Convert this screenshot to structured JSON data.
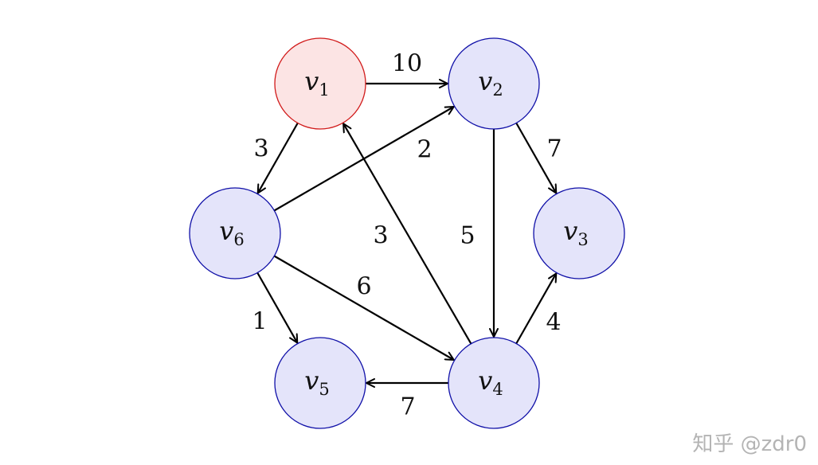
{
  "colors": {
    "start_fill": "#fce4e4",
    "start_stroke": "#d11a1a",
    "node_fill": "#e4e4fa",
    "node_stroke": "#1010a8",
    "edge": "#000000"
  },
  "graph": {
    "nodes": [
      {
        "id": "v1",
        "base": "v",
        "sub": "1",
        "start": true
      },
      {
        "id": "v2",
        "base": "v",
        "sub": "2",
        "start": false
      },
      {
        "id": "v3",
        "base": "v",
        "sub": "3",
        "start": false
      },
      {
        "id": "v4",
        "base": "v",
        "sub": "4",
        "start": false
      },
      {
        "id": "v5",
        "base": "v",
        "sub": "5",
        "start": false
      },
      {
        "id": "v6",
        "base": "v",
        "sub": "6",
        "start": false
      }
    ],
    "edges": [
      {
        "from": "v1",
        "to": "v2",
        "weight": "10"
      },
      {
        "from": "v1",
        "to": "v6",
        "weight": "3"
      },
      {
        "from": "v6",
        "to": "v2",
        "weight": "2"
      },
      {
        "from": "v2",
        "to": "v3",
        "weight": "7"
      },
      {
        "from": "v2",
        "to": "v4",
        "weight": "5"
      },
      {
        "from": "v4",
        "to": "v1",
        "weight": "3"
      },
      {
        "from": "v6",
        "to": "v4",
        "weight": "6"
      },
      {
        "from": "v6",
        "to": "v5",
        "weight": "1"
      },
      {
        "from": "v4",
        "to": "v3",
        "weight": "4"
      },
      {
        "from": "v4",
        "to": "v5",
        "weight": "7"
      }
    ]
  },
  "watermark": "知乎 @zdr0"
}
